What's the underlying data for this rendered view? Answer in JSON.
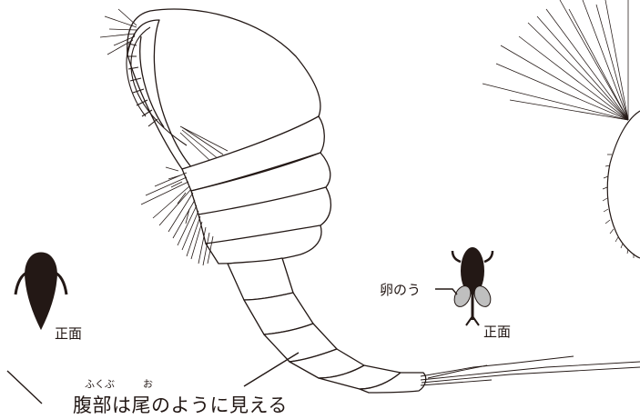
{
  "labels": {
    "front_view_left": "正面",
    "front_view_right": "正面",
    "egg_sac": "卵のう",
    "caption": "腹部は尾のように見える",
    "ruby_abdomen": "ふくぶ",
    "ruby_tail": "お"
  },
  "colors": {
    "ink": "#231815",
    "egg_sac_fill": "#bfbfbf",
    "background": "#ffffff"
  }
}
